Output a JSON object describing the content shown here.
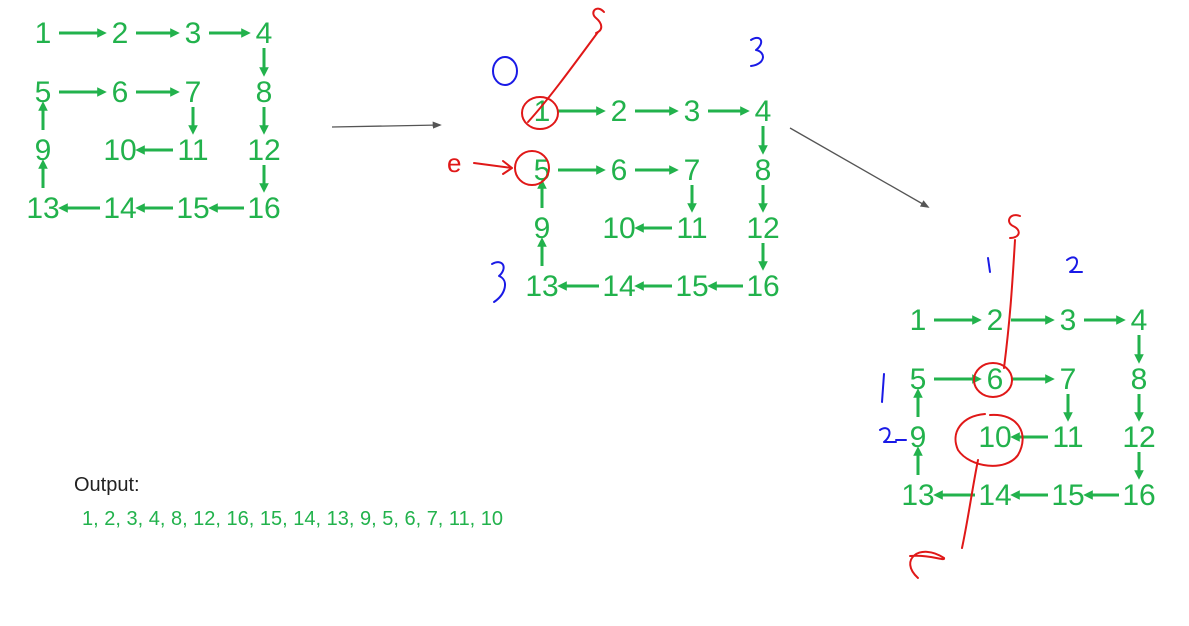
{
  "grid_numbers": [
    "1",
    "2",
    "3",
    "4",
    "5",
    "6",
    "7",
    "8",
    "9",
    "10",
    "11",
    "12",
    "13",
    "14",
    "15",
    "16"
  ],
  "colors": {
    "green": "#22b24c",
    "red": "#e01818",
    "blue": "#1a1ae6",
    "gray": "#555555"
  },
  "output": {
    "label": "Output:",
    "value": "1, 2, 3, 4, 8, 12, 16, 15, 14, 13, 9, 5, 6, 7, 11, 10"
  },
  "annotations": {
    "middle": {
      "s_label": "S",
      "e_label": "e",
      "zero": "0",
      "three_top": "3",
      "three_left": "3"
    },
    "right": {
      "s_label": "S",
      "e_label": "e",
      "one_top": "1",
      "two_top": "2",
      "one_left": "1",
      "two_left": "2"
    }
  }
}
